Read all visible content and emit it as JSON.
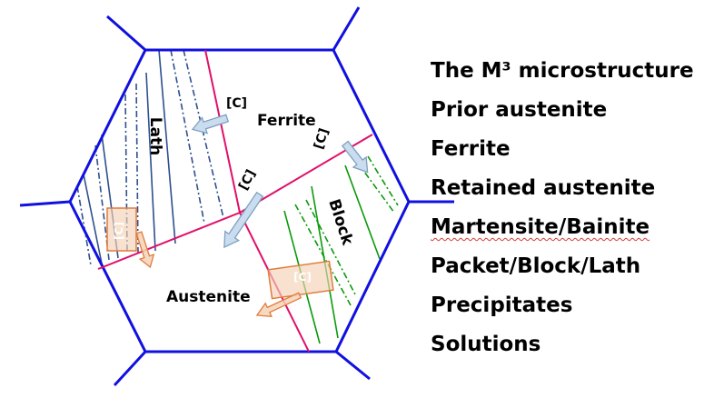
{
  "diagram": {
    "labels": {
      "lath": "Lath",
      "ferrite": "Ferrite",
      "block": "Block",
      "austenite": "Austenite",
      "carbon": "[C]"
    }
  },
  "legend": {
    "items": [
      "The M³ microstructure",
      "Prior austenite",
      "Ferrite",
      "Retained austenite",
      "Martensite/Bainite",
      "Packet/Block/Lath",
      "Precipitates",
      "Solutions"
    ]
  },
  "colors": {
    "grain_boundary": "#1010e0",
    "phase_boundary": "#e0106a",
    "lath_lines": "#2e4f8f",
    "block_lines": "#0a9a0a",
    "arrow_blue_fill": "#c9ddef",
    "arrow_blue_stroke": "#7f9fc2",
    "arrow_orange_fill": "#f4d2b6",
    "arrow_orange_stroke": "#e07b3c"
  }
}
